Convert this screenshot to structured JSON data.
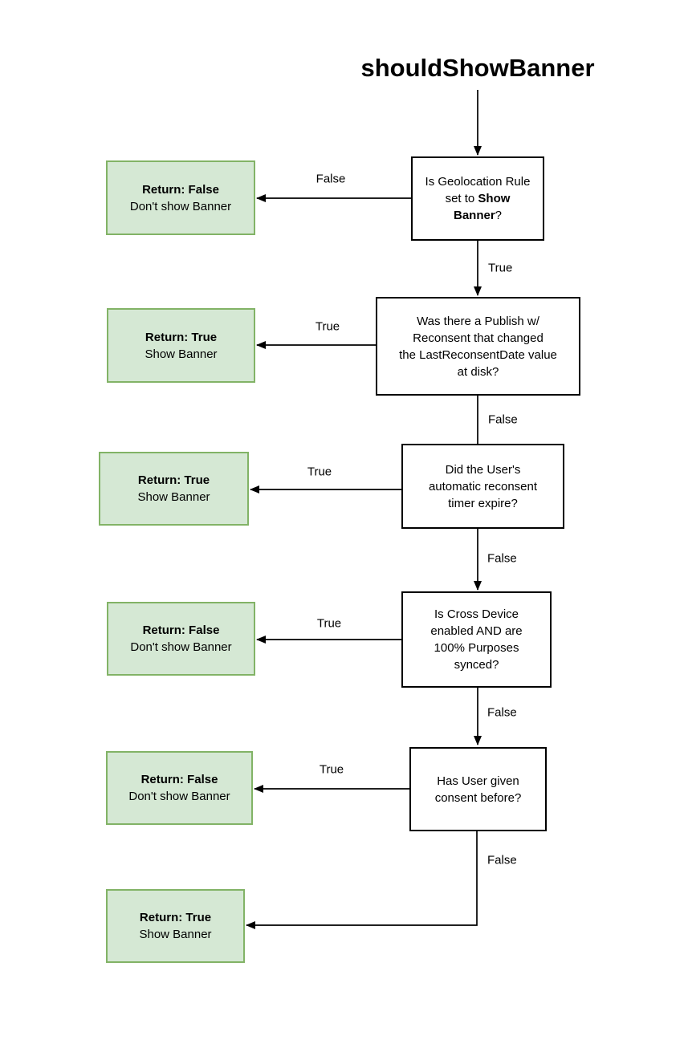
{
  "title": "shouldShowBanner",
  "colors": {
    "result_fill": "#d5e8d4",
    "result_border": "#82b366",
    "decision_fill": "#ffffff",
    "decision_border": "#000000",
    "connector": "#000000",
    "text": "#000000"
  },
  "decisions": [
    {
      "seg_before": "Is Geolocation Rule\nset to ",
      "seg_bold": "Show\nBanner",
      "seg_after": "?"
    },
    {
      "text": "Was there a Publish w/\nReconsent that changed\nthe LastReconsentDate value\nat disk?"
    },
    {
      "text": "Did the User's\nautomatic reconsent\ntimer expire?"
    },
    {
      "text": "Is Cross Device\nenabled AND are\n100% Purposes\nsynced?"
    },
    {
      "text": "Has User given\nconsent before?"
    }
  ],
  "results": [
    {
      "title": "Return: False",
      "subtitle": "Don't show Banner"
    },
    {
      "title": "Return: True",
      "subtitle": "Show Banner"
    },
    {
      "title": "Return: True",
      "subtitle": "Show Banner"
    },
    {
      "title": "Return: False",
      "subtitle": "Don't show Banner"
    },
    {
      "title": "Return: False",
      "subtitle": "Don't show Banner"
    },
    {
      "title": "Return: True",
      "subtitle": "Show Banner"
    }
  ],
  "edge_labels": [
    {
      "label": "False"
    },
    {
      "label": "True"
    },
    {
      "label": "True"
    },
    {
      "label": "False"
    },
    {
      "label": "True"
    },
    {
      "label": "False"
    },
    {
      "label": "True"
    },
    {
      "label": "False"
    },
    {
      "label": "True"
    },
    {
      "label": "False"
    }
  ]
}
